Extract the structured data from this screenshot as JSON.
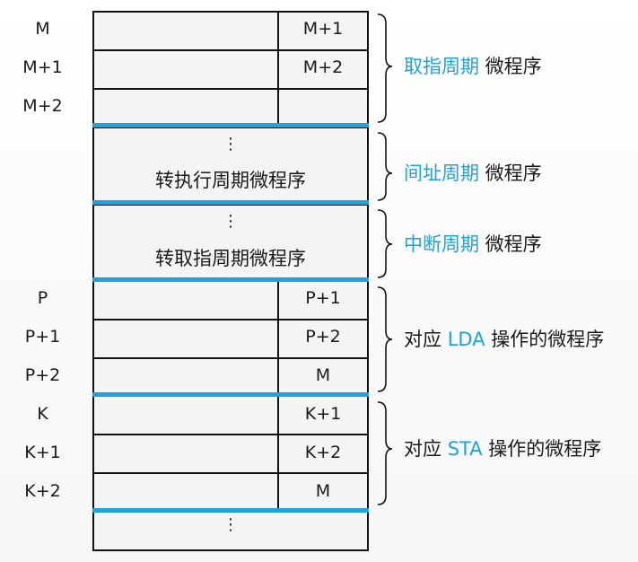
{
  "addresses": [
    "M",
    "M+1",
    "M+2",
    "P",
    "P+1",
    "P+2",
    "K",
    "K+1",
    "K+2"
  ],
  "next_addresses": [
    "M+1",
    "M+2",
    "P+1",
    "P+2",
    "M",
    "K+1",
    "K+2",
    "M"
  ],
  "ellipsis": "⋮",
  "block_texts": {
    "indirect": "转执行周期微程序",
    "interrupt": "转取指周期微程序"
  },
  "groups": [
    {
      "highlight": "取指周期",
      "suffix": " 微程序",
      "prefix": ""
    },
    {
      "highlight": "间址周期",
      "suffix": " 微程序",
      "prefix": ""
    },
    {
      "highlight": "中断周期",
      "suffix": " 微程序",
      "prefix": ""
    },
    {
      "prefix": "对应 ",
      "highlight": "LDA",
      "suffix": " 操作的微程序"
    },
    {
      "prefix": "对应 ",
      "highlight": "STA",
      "suffix": " 操作的微程序"
    }
  ],
  "colors": {
    "accent": "#1ea2dc",
    "border": "#111111"
  }
}
